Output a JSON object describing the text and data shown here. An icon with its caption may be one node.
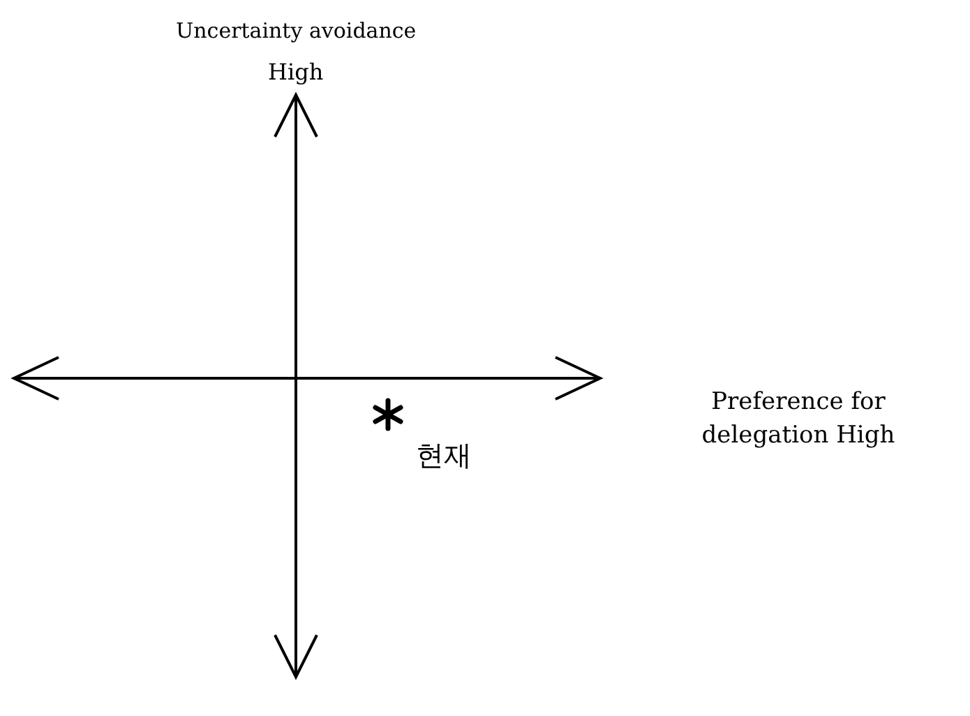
{
  "diagram": {
    "labels": [
      "Uncertainty avoidance",
      "High",
      "Preference for delegation High",
      "현재"
    ]
  }
}
